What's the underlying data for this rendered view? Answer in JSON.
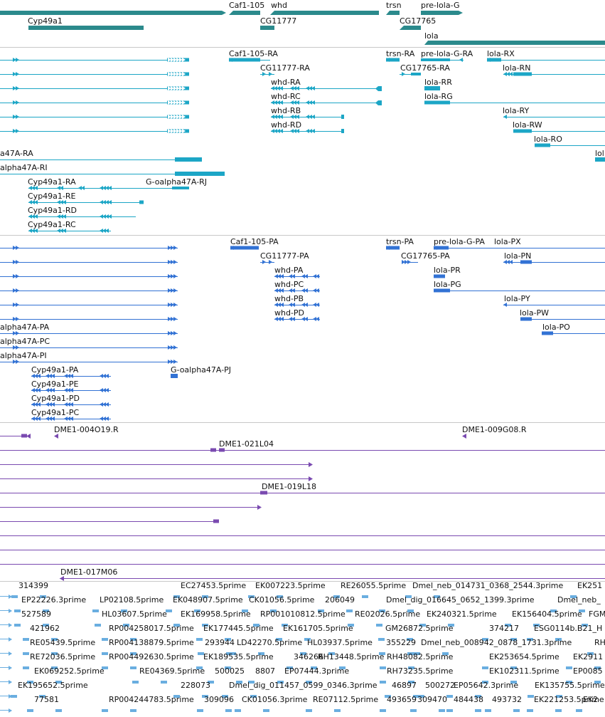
{
  "colors": {
    "gene": "#2b8a8c",
    "mrna": "#1ca6c6",
    "cds": "#3272d4",
    "probe": "#7a4ab0",
    "est": "#6aaee0",
    "divider": "#c8c8c8"
  },
  "tracks": {
    "genes": {
      "labels": [
        "Caf1-105",
        "whd",
        "trsn",
        "pre-lola-G",
        "Cyp49a1",
        "CG11777",
        "CG17765",
        "lola"
      ]
    },
    "transcripts": {
      "labels": [
        "Caf1-105-RA",
        "trsn-RA",
        "pre-lola-G-RA",
        "lola-RX",
        "CG11777-RA",
        "CG17765-RA",
        "lola-RN",
        "whd-RA",
        "lola-RR",
        "whd-RC",
        "lola-RG",
        "whd-RB",
        "lola-RY",
        "whd-RD",
        "lola-RW",
        "lola-RO",
        "lol",
        "a47A-RA",
        "alpha47A-RI",
        "Cyp49a1-RA",
        "G-oalpha47A-RJ",
        "Cyp49a1-RE",
        "Cyp49a1-RD",
        "Cyp49a1-RC"
      ]
    },
    "proteins": {
      "labels": [
        "Caf1-105-PA",
        "trsn-PA",
        "pre-lola-G-PA",
        "lola-PX",
        "CG11777-PA",
        "CG17765-PA",
        "lola-PN",
        "whd-PA",
        "lola-PR",
        "whd-PC",
        "lola-PG",
        "whd-PB",
        "lola-PY",
        "whd-PD",
        "lola-PW",
        "alpha47A-PA",
        "lola-PO",
        "alpha47A-PC",
        "alpha47A-PI",
        "Cyp49a1-PA",
        "G-oalpha47A-PJ",
        "Cyp49a1-PE",
        "Cyp49a1-PD",
        "Cyp49a1-PC"
      ]
    },
    "probes": {
      "labels": [
        "DME1-004O19.R",
        "DME1-009G08.R",
        "DME1-021L04",
        "DME1-019L18",
        "DME1-017M06"
      ]
    },
    "ests": {
      "rows": [
        [
          "314399",
          "EC27453.5prime",
          "EK007223.5prime",
          "RE26055.5prime",
          "Dmel_neb_014731_0368_2544.3prime",
          "EK251"
        ],
        [
          "EP22226.3prime",
          "LP02108.5prime",
          "EK048907.5prime",
          "CK01056.5prime",
          "206049",
          "Dmel_dig_016645_0652_1399.3prime",
          "Dmel_neb_"
        ],
        [
          "527589",
          "HL03607.5prime",
          "EK169958.5prime",
          "RP001010812.5prime",
          "RE02026.5prime",
          "EK240321.5prime",
          "EK156404.5prime",
          "FGM"
        ],
        [
          "421962",
          "RP004258017.5prime",
          "EK177445.5prime",
          "EK161705.5prime",
          "GM26872.5prime",
          "374217",
          "ESG0114b.B21_H"
        ],
        [
          "RE05439.5prime",
          "RP004138879.5prime",
          "293944",
          "LD42270.5prime",
          "HL03937.5prime",
          "355229",
          "Dmel_neb_008942_0878_1731.3prime",
          "RH"
        ],
        [
          "RE72036.5prime",
          "RP004492630.5prime",
          "EK189535.5prime",
          "346266",
          "RH13448.5prime",
          "RH48082.5prime",
          "EK253654.5prime",
          "EK2911"
        ],
        [
          "EK069252.5prime",
          "RE04369.5prime",
          "500025",
          "8807",
          "EP07444.3prime",
          "RH73235.5prime",
          "EK102311.5prime",
          "EP0085"
        ],
        [
          "EK195652.5prime",
          "228073",
          "Dmel_dig_011457_0599_0346.3prime",
          "46897",
          "500272",
          "EP05642.3prime",
          "EK135755.5prime"
        ],
        [
          "77581",
          "RP004244783.5prime",
          "309096",
          "CK01056.3prime",
          "RE07112.5prime",
          "493659",
          "309470",
          "484438",
          "493732",
          "EK221253.5prime",
          "EK2"
        ]
      ]
    }
  }
}
